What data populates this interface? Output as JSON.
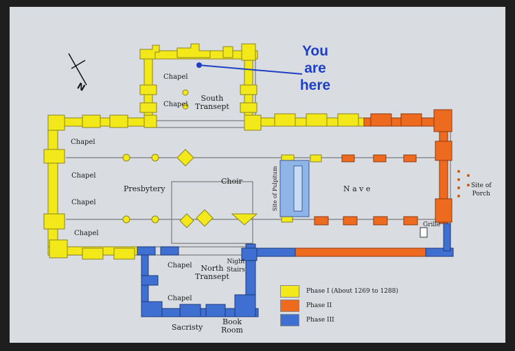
{
  "map": {
    "you_are_here": [
      "You",
      "are",
      "here"
    ],
    "north_symbol": "N",
    "labels": {
      "chapel_st_1": "Chapel",
      "chapel_st_2": "Chapel",
      "south_transept": [
        "South",
        "Transept"
      ],
      "chapel_w_top": "Chapel",
      "chapel_w_1": "Chapel",
      "chapel_w_2": "Chapel",
      "chapel_w_3": "Chapel",
      "presbytery": "Presbytery",
      "choir": "Choir",
      "site_of_pulpitum": "Site of Pulpitum",
      "nave": "N a v e",
      "site_of_porch": [
        "Site of",
        "Porch"
      ],
      "grille": "Grille",
      "chapel_nt_1": "Chapel",
      "chapel_nt_2": "Chapel",
      "north_transept": [
        "North",
        "Transept"
      ],
      "night_stairs": [
        "Night",
        "Stairs"
      ],
      "sacristy": "Sacristy",
      "book_room": [
        "Book",
        "Room"
      ]
    },
    "colors": {
      "phase_1": "#f2e81a",
      "phase_2": "#ee6a1e",
      "phase_3": "#3f6fd0",
      "pulpitum": "#8fb4e8",
      "pointer": "#1d3fc4"
    },
    "legend": [
      {
        "label": "Phase I (About 1269 to 1288)",
        "color": "#f2e81a"
      },
      {
        "label": "Phase II",
        "color": "#ee6a1e"
      },
      {
        "label": "Phase III",
        "color": "#3f6fd0"
      }
    ]
  }
}
